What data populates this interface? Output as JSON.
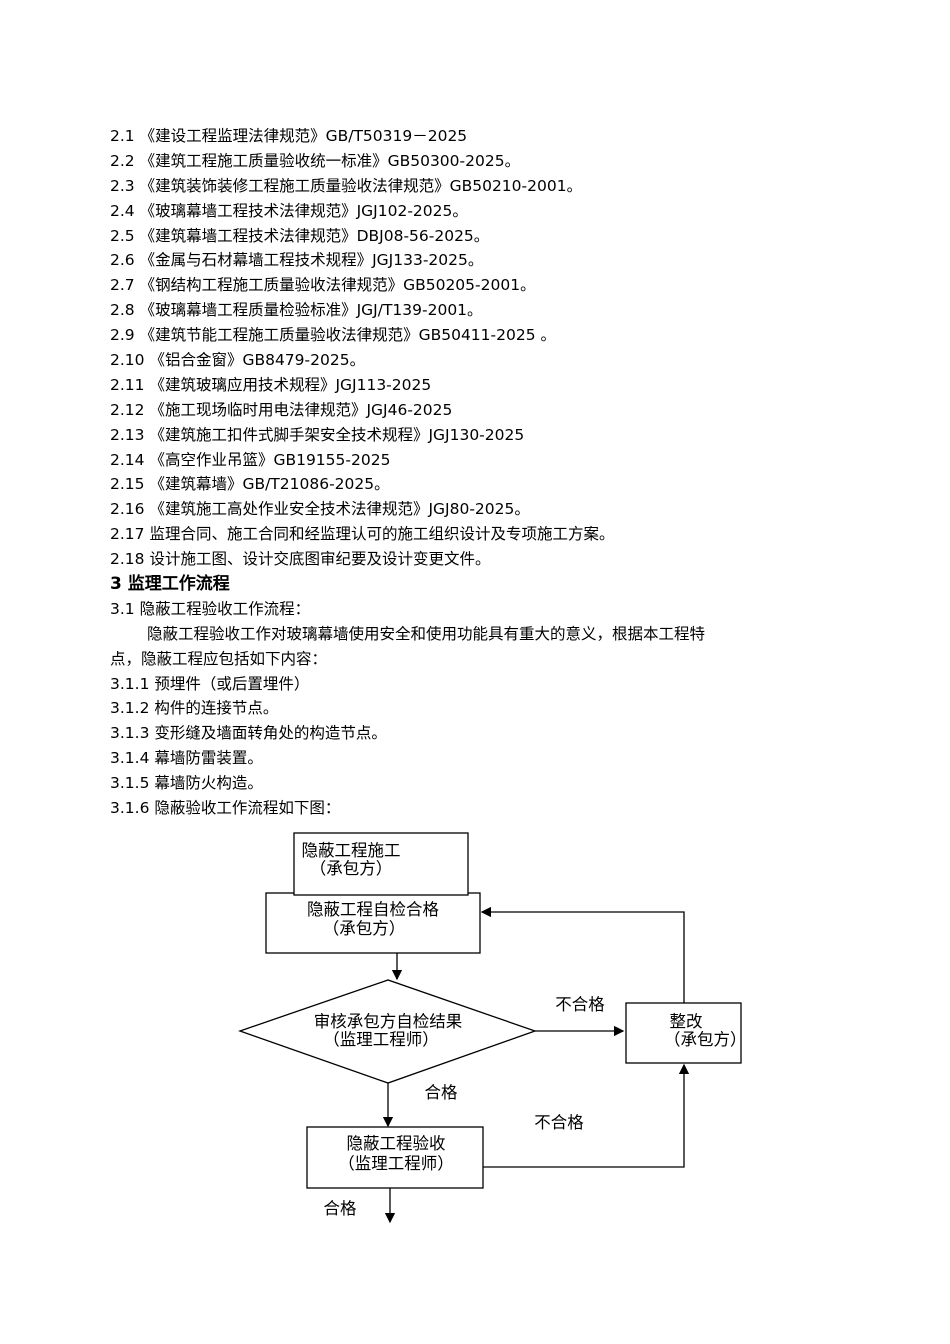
{
  "references": [
    "2.1 《建设工程监理法律规范》GB/T50319－2025",
    "2.2 《建筑工程施工质量验收统一标准》GB50300-2025。",
    "2.3 《建筑装饰装修工程施工质量验收法律规范》GB50210-2001。",
    "2.4 《玻璃幕墙工程技术法律规范》JGJ102-2025。",
    "2.5 《建筑幕墙工程技术法律规范》DBJ08-56-2025。",
    "2.6 《金属与石材幕墙工程技术规程》JGJ133-2025。",
    "2.7 《钢结构工程施工质量验收法律规范》GB50205-2001。",
    "2.8 《玻璃幕墙工程质量检验标准》JGJ/T139-2001。",
    "2.9 《建筑节能工程施工质量验收法律规范》GB50411-2025 。",
    "2.10 《铝合金窗》GB8479-2025。",
    "2.11 《建筑玻璃应用技术规程》JGJ113-2025",
    "2.12 《施工现场临时用电法律规范》JGJ46-2025",
    "2.13 《建筑施工扣件式脚手架安全技术规程》JGJ130-2025",
    "2.14 《高空作业吊篮》GB19155-2025",
    "2.15 《建筑幕墙》GB/T21086-2025。",
    "2.16 《建筑施工高处作业安全技术法律规范》JGJ80-2025。",
    "2.17 监理合同、施工合同和经监理认可的施工组织设计及专项施工方案。",
    "2.18 设计施工图、设计交底图审纪要及设计变更文件。"
  ],
  "section3": {
    "heading": "3  监理工作流程",
    "sub_heading": "3.1  隐蔽工程验收工作流程：",
    "paragraph_line1": "隐蔽工程验收工作对玻璃幕墙使用安全和使用功能具有重大的意义，根据本工程特",
    "paragraph_line2": "点，隐蔽工程应包括如下内容：",
    "items": [
      "3.1.1  预埋件（或后置埋件）",
      "3.1.2  构件的连接节点。",
      "3.1.3  变形缝及墙面转角处的构造节点。",
      "3.1.4  幕墙防雷装置。",
      "3.1.5  幕墙防火构造。",
      "3.1.6  隐蔽验收工作流程如下图："
    ]
  },
  "flowchart": {
    "step1": {
      "title": "隐蔽工程施工",
      "party": "（承包方）"
    },
    "step2": {
      "title": "隐蔽工程自检合格",
      "party": "（承包方）"
    },
    "decision": {
      "title": "审核承包方自检结果",
      "party": "（监理工程师）"
    },
    "rectify": {
      "title": "整改",
      "party": "（承包方）"
    },
    "step4": {
      "title": "隐蔽工程验收",
      "party": "（监理工程师）"
    },
    "label_fail_1": "不合格",
    "label_pass_1": "合格",
    "label_fail_2": "不合格",
    "label_pass_2": "合格"
  }
}
